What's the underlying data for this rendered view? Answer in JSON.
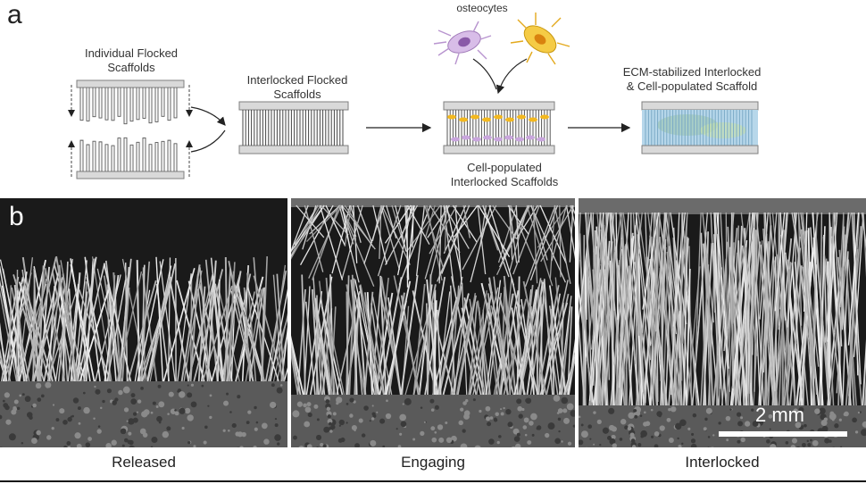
{
  "panel_a": {
    "letter": "a",
    "individual_label": [
      "Individual Flocked",
      "Scaffolds"
    ],
    "interlocked_label": [
      "Interlocked Flocked",
      "Scaffolds"
    ],
    "cells_label": "osteocytes",
    "cell_populated_label": [
      "Cell-populated",
      "Interlocked Scaffolds"
    ],
    "ecm_label": [
      "ECM-stabilized Interlocked",
      "& Cell-populated Scaffold"
    ],
    "colors": {
      "plate": "#d9d9d9",
      "plate_border": "#7f7f7f",
      "fiber": "#555555",
      "cell_purple": "#c9a6dd",
      "cell_yellow": "#f3c12a",
      "ecm_blue": "#a9cfe8"
    }
  },
  "panel_b": {
    "letter": "b",
    "images": [
      {
        "label": "Released"
      },
      {
        "label": "Engaging"
      },
      {
        "label": "Interlocked"
      }
    ],
    "scale_bar": "2 mm"
  }
}
